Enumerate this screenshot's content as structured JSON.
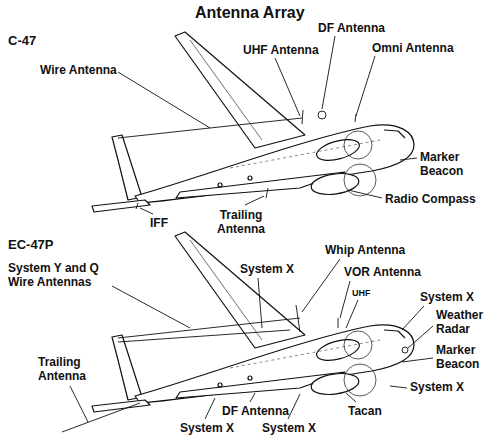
{
  "diagram": {
    "title": "Antenna Array",
    "labels": [
      "C-47",
      "Wire Antenna",
      "UHF Antenna",
      "DF Antenna",
      "Omni Antenna",
      "Marker Beacon",
      "Radio Compass",
      "Trailing Antenna",
      "IFF",
      "EC-47P",
      "System Y and Q Wire Antennas",
      "System X",
      "Whip Antenna",
      "UHF",
      "VOR Antenna",
      "System X",
      "Weather Radar",
      "Marker Beacon",
      "Trailing Antenna",
      "System X",
      "Tacan",
      "DF Antenna",
      "System X",
      "System X"
    ]
  }
}
